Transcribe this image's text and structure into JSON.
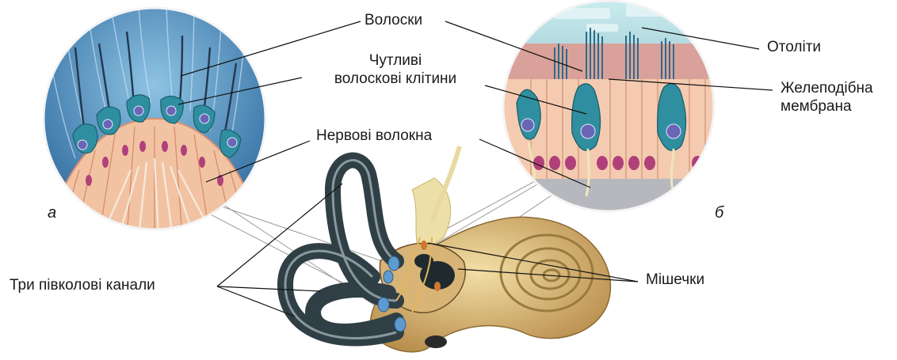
{
  "labels": {
    "hairs": "Волоски",
    "sensitive_cells_line1": "Чутливі",
    "sensitive_cells_line2": "волоскові клітини",
    "nerve_fibers": "Нервові волокна",
    "otoliths": "Отоліти",
    "membrane_line1": "Желеподібна",
    "membrane_line2": "мембрана",
    "canals": "Три півколові канали",
    "sacs": "Мішечки",
    "panel_a": "а",
    "panel_b": "б"
  },
  "colors": {
    "fluid_blue": "#3f7fb0",
    "cell_teal": "#2f8fa0",
    "tissue_pink": "#f3c5a8",
    "nucleus": "#b0407a",
    "canal_dark": "#2f3f45",
    "cochlea_gold": "#c9a560"
  }
}
